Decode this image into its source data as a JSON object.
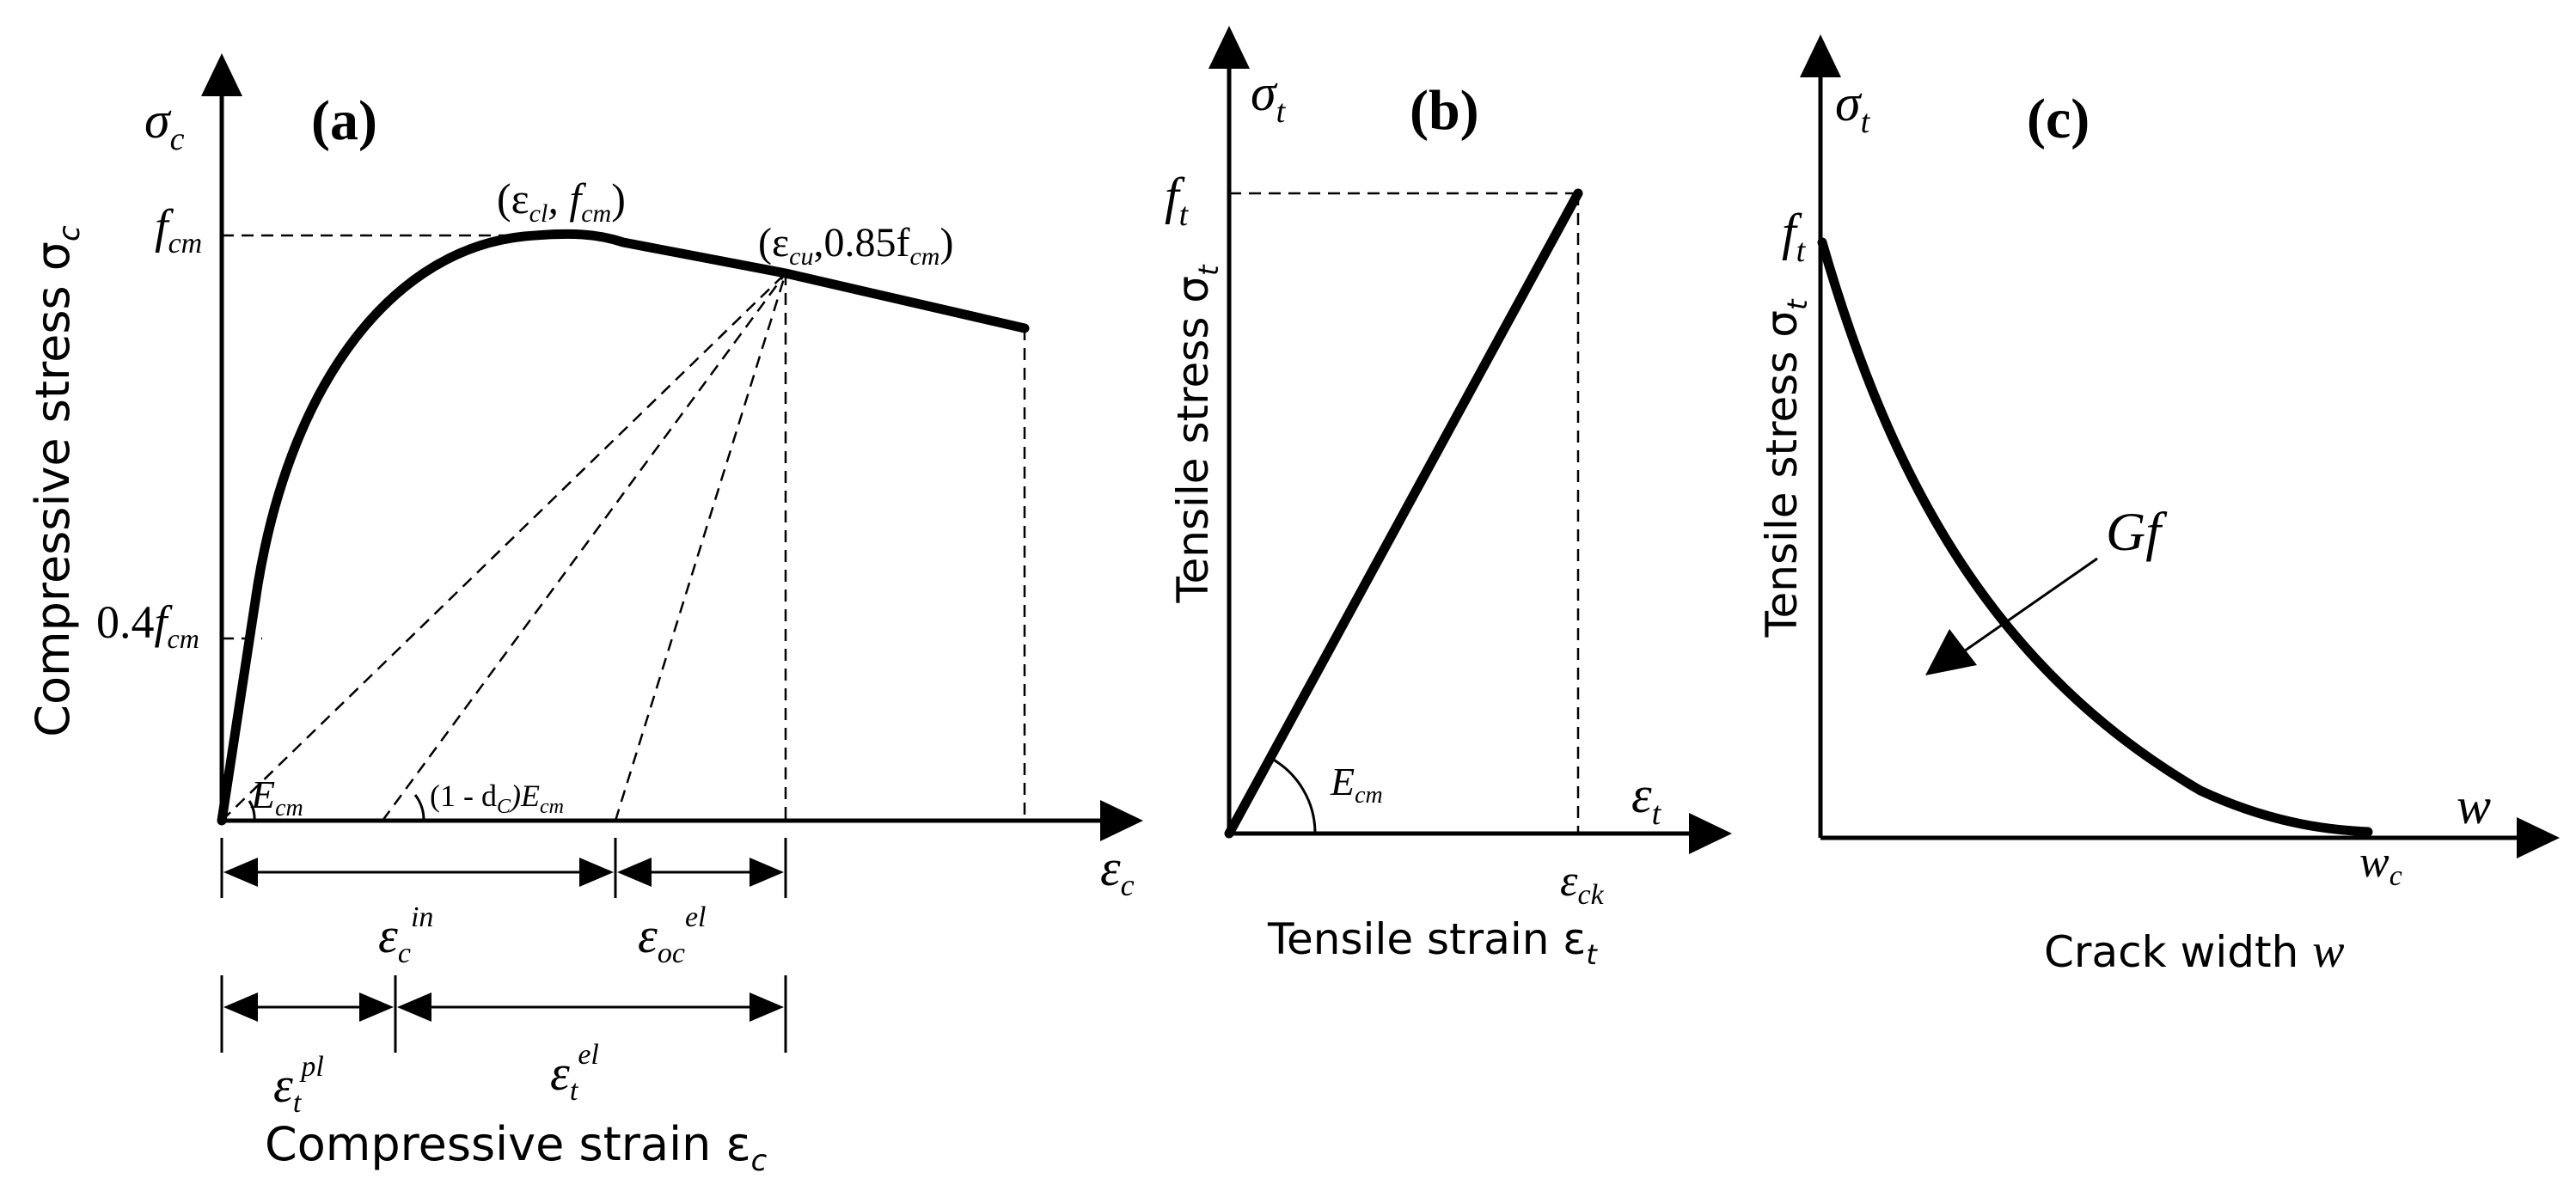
{
  "panel_a": {
    "tag": "(a)",
    "y_symbol": "σ",
    "y_symbol_sub": "c",
    "y_axis_title": "Compressive stress σ",
    "y_axis_title_sub": "c",
    "fcm_label": "f",
    "fcm_sub": "cm",
    "point04_prefix": "0.4",
    "point04_f": "f",
    "point04_sub": "cm",
    "peak_label_open": "(ε",
    "peak_label_sub1": "cl",
    "peak_label_mid": ", f",
    "peak_label_sub2": "cm",
    "peak_label_close": ")",
    "ultimate_open": "(ε",
    "ultimate_sub1": "cu",
    "ultimate_mid": ",0.85f",
    "ultimate_sub2": "cm",
    "ultimate_close": ")",
    "ecm_label": "E",
    "ecm_sub": "cm",
    "damaged_label": "(1 - d",
    "damaged_sub": "C",
    "damaged_rest": ")E",
    "damaged_sub2": "cm",
    "x_symbol": "ε",
    "x_symbol_sub": "c",
    "eps_in": "ε",
    "eps_in_sub": "c",
    "eps_in_sup": "in",
    "eps_oc": "ε",
    "eps_oc_sub": "oc",
    "eps_oc_sup": "el",
    "eps_pl": "ε",
    "eps_pl_sub": "t",
    "eps_pl_sup": "pl",
    "eps_el": "ε",
    "eps_el_sub": "t",
    "eps_el_sup": "el",
    "x_axis_title": "Compressive strain ε",
    "x_axis_title_sub": "c"
  },
  "panel_b": {
    "tag": "(b)",
    "y_symbol": "σ",
    "y_symbol_sub": "t",
    "ft_label": "f",
    "ft_sub": "t",
    "y_axis_title": "Tensile stress σ",
    "y_axis_title_sub": "t",
    "ecm_label": "E",
    "ecm_sub": "cm",
    "x_symbol": "ε",
    "x_symbol_sub": "t",
    "eck_label": "ε",
    "eck_sub": "ck",
    "x_axis_title": "Tensile strain ε",
    "x_axis_title_sub": "t"
  },
  "panel_c": {
    "tag": "(c)",
    "y_symbol": "σ",
    "y_symbol_sub": "t",
    "ft_label": "f",
    "ft_sub": "t",
    "y_axis_title": "Tensile stress σ",
    "y_axis_title_sub": "t",
    "gf_label": "Gf",
    "x_symbol": "w",
    "wc_label": "w",
    "wc_sub": "c",
    "x_axis_title": "Crack width ",
    "x_axis_title_var": "w"
  },
  "colors": {
    "ink": "#000000",
    "background": "#ffffff"
  }
}
